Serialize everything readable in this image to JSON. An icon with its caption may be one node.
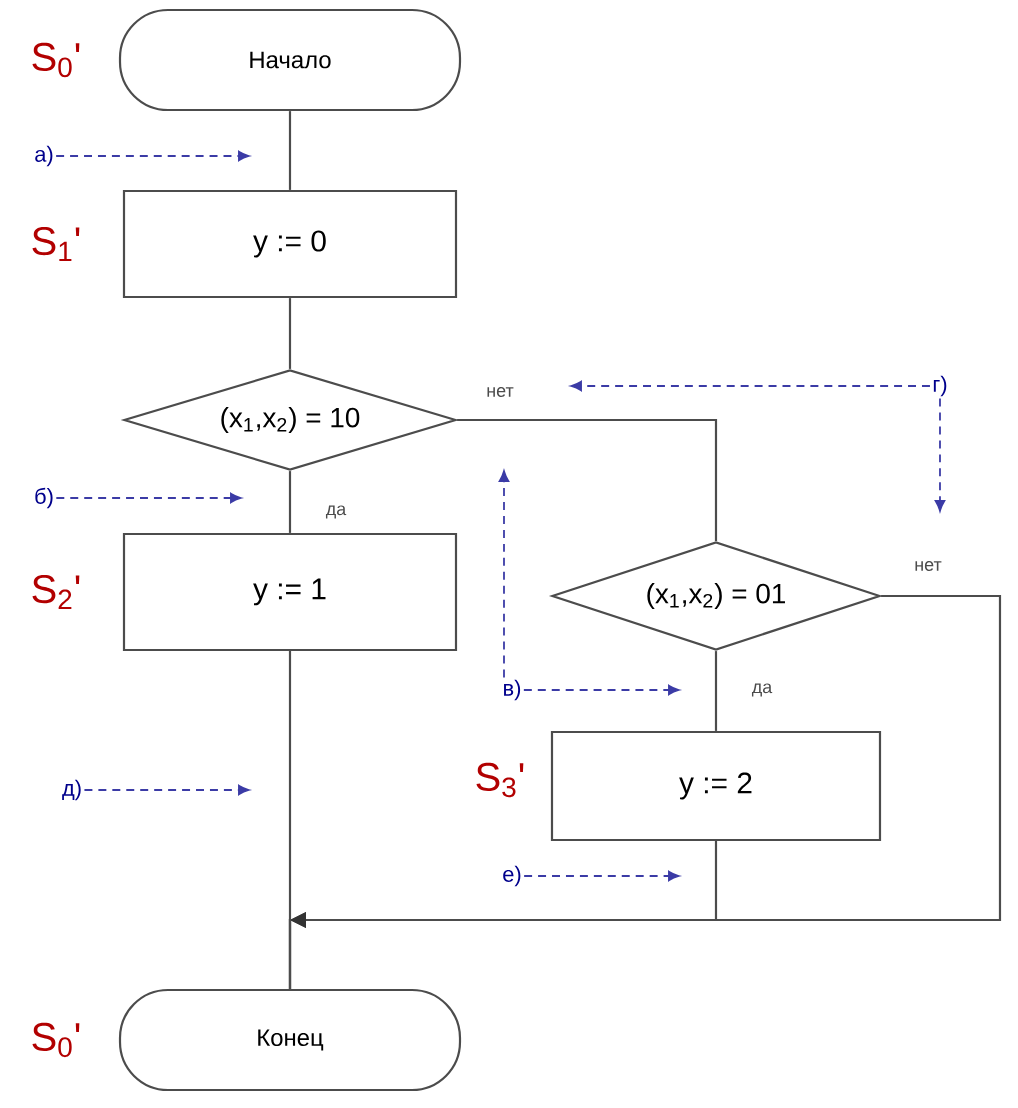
{
  "diagram": {
    "nodes": [
      {
        "text": [
          "Начало"
        ],
        "beside": [
          "S$_{0}$'"
        ]
      },
      {
        "text": [
          "y := 0"
        ],
        "beside": [
          "S$_{1}$'"
        ]
      },
      {
        "text": [
          "(x$_{1}$,x$_{2}$) = 10"
        ]
      },
      {
        "text": [
          "y := 1"
        ],
        "beside": [
          "S$_{2}$'"
        ]
      },
      {
        "text": [
          "(x$_{1}$,x$_{2}$) = 01"
        ]
      },
      {
        "text": [
          "y := 2"
        ],
        "beside": [
          "S$_{3}$'"
        ]
      },
      {
        "text": [
          "Конец"
        ],
        "beside": [
          "S$_{0}$'"
        ]
      },
      {
        "text": [
          "а)"
        ]
      },
      {
        "text": [
          "б)"
        ]
      },
      {
        "text": [
          "в)"
        ]
      },
      {
        "text": [
          "г)"
        ]
      },
      {
        "text": [
          "д)"
        ]
      },
      {
        "text": [
          "е)"
        ]
      }
    ],
    "edges": [
      {
        "from": 0,
        "to": 1,
        "arrow": "none"
      },
      {
        "from": 1,
        "to": 2,
        "arrow": "none"
      },
      {
        "from": 2,
        "to": 3,
        "arrow": "none",
        "label": "да"
      },
      {
        "from": 2,
        "to": 4,
        "arrow": "none",
        "label": "нет"
      },
      {
        "from": 4,
        "to": 5,
        "arrow": "none",
        "label": "да"
      },
      {
        "from": 4,
        "to": 6,
        "arrow": "to",
        "label": "нет"
      },
      {
        "from": 5,
        "to": 6,
        "arrow": "to"
      },
      {
        "from": 3,
        "to": 6,
        "arrow": "none"
      },
      {
        "from": 7,
        "to": null,
        "arrow": "to",
        "style": "dashed",
        "color": "#3b3ba6"
      },
      {
        "from": 8,
        "to": null,
        "arrow": "to",
        "style": "dashed",
        "color": "#3b3ba6"
      },
      {
        "from": 9,
        "to": null,
        "arrow": "to",
        "style": "dashed",
        "color": "#3b3ba6"
      },
      {
        "from": 9,
        "to": null,
        "arrow": "to",
        "style": "dashed",
        "color": "#3b3ba6"
      },
      {
        "from": 10,
        "to": null,
        "arrow": "to",
        "style": "dashed",
        "color": "#3b3ba6"
      },
      {
        "from": 10,
        "to": null,
        "arrow": "to",
        "style": "dashed",
        "color": "#3b3ba6"
      },
      {
        "from": 11,
        "to": null,
        "arrow": "to",
        "style": "dashed",
        "color": "#3b3ba6"
      },
      {
        "from": 12,
        "to": null,
        "arrow": "to",
        "style": "dashed",
        "color": "#3b3ba6"
      }
    ]
  }
}
